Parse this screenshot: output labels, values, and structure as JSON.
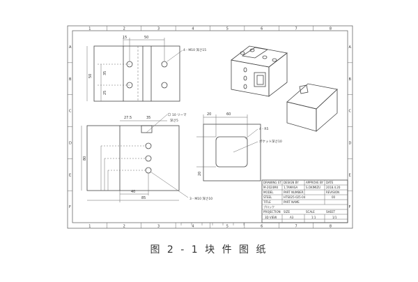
{
  "caption": "图 2 - 1 块 件 图 纸",
  "grid_cols": [
    "1",
    "2",
    "3",
    "4",
    "5",
    "6",
    "7",
    "8"
  ],
  "grid_rows": [
    "A",
    "B",
    "C",
    "D",
    "E",
    "F"
  ],
  "dims": {
    "top_15": "15",
    "top_50": "50",
    "left_35": "35",
    "left_50": "50",
    "left_25": "25",
    "front_275": "27.5",
    "front_35": "35",
    "front_40": "40",
    "front_85": "85",
    "front_80": "80",
    "side_20": "20",
    "side_60": "60",
    "side_bottom_20": "20"
  },
  "callouts": {
    "tap_top": "4 - M10 深さ15",
    "reamer": "10 リーマ",
    "reamer_depth": "深さ5",
    "pocket_r": "4 - R5",
    "pocket": "ポケット深さ10",
    "tap_front": "3 - M10 深さ10"
  },
  "title_block": {
    "h1": "DRAWING ST",
    "h2": "DESIGN BY",
    "h3": "APPROVE BY",
    "h4": "DATE",
    "v1": "M-2024M4",
    "v2": "1,TAMASA",
    "v3": "S.OKIMIZU",
    "v4": "2018.4.20",
    "h5": "MODEL",
    "h6": "PART NUMBER",
    "h7": "REVISION",
    "v5": "STEEL",
    "v6": "HTS025-025-04",
    "v7": "00",
    "h8": "TITLE",
    "h9": "PART NAME",
    "v8": "ブロック",
    "h10": "PROJECTION",
    "h11": "SIZE",
    "h12": "SCALE",
    "h13": "SHEET",
    "v10": "3D VIEW",
    "v11": "A3",
    "v12": "1:1",
    "v13": "1/1"
  }
}
